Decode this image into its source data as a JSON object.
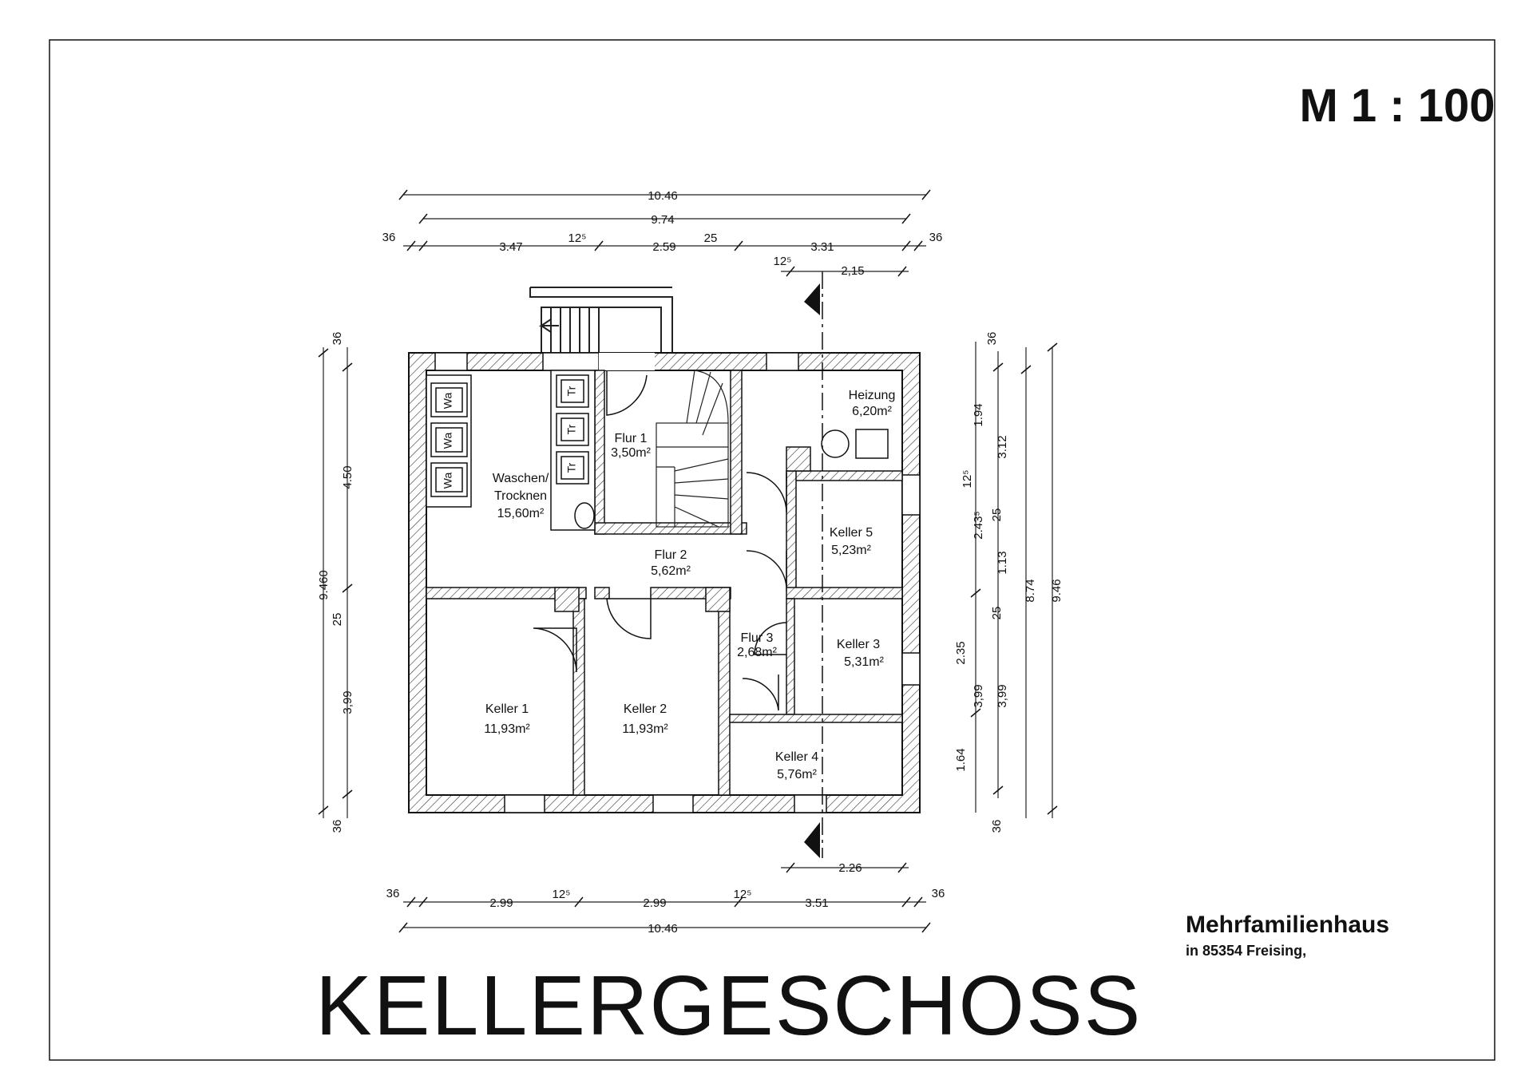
{
  "drawing": {
    "scale": "M 1 : 100",
    "title": "KELLERGESCHOSS",
    "project_name": "Mehrfamilienhaus",
    "project_address": "in 85354 Freising,"
  },
  "rooms": [
    {
      "id": "waschen",
      "name_line1": "Waschen/",
      "name_line2": "Trocknen",
      "area": "15,60m²"
    },
    {
      "id": "flur1",
      "name": "Flur 1",
      "area": "3,50m²"
    },
    {
      "id": "heizung",
      "name": "Heizung",
      "area": "6,20m²"
    },
    {
      "id": "flur2",
      "name": "Flur 2",
      "area": "5,62m²"
    },
    {
      "id": "keller5",
      "name": "Keller 5",
      "area": "5,23m²"
    },
    {
      "id": "flur3",
      "name": "Flur 3",
      "area": "2,68m²"
    },
    {
      "id": "keller3",
      "name": "Keller 3",
      "area": "5,31m²"
    },
    {
      "id": "keller1",
      "name": "Keller 1",
      "area": "11,93m²"
    },
    {
      "id": "keller2",
      "name": "Keller 2",
      "area": "11,93m²"
    },
    {
      "id": "keller4",
      "name": "Keller 4",
      "area": "5,76m²"
    }
  ],
  "fixtures": {
    "washer": "Wa",
    "dryer": "Tr"
  },
  "dimensions": {
    "top": {
      "overall": "10.46",
      "inner": "9.74",
      "seg_36_left": "36",
      "seg_347": "3.47",
      "seg_125_a": "12⁵",
      "seg_259": "2.59",
      "seg_25": "25",
      "seg_331": "3.31",
      "seg_36_right": "36",
      "seg_125_b": "12⁵",
      "seg_215": "2,15"
    },
    "bottom": {
      "seg_226": "2.26",
      "seg_36_left": "36",
      "seg_299_a": "2.99",
      "seg_125_a": "12⁵",
      "seg_299_b": "2.99",
      "seg_125_b": "12⁵",
      "seg_351": "3.51",
      "seg_36_right": "36",
      "overall": "10.46"
    },
    "left": {
      "seg_36_top": "36",
      "seg_450": "4.50",
      "overall": "9.460",
      "seg_25": "25",
      "seg_399": "3,99",
      "seg_36_bottom": "36"
    },
    "right": {
      "seg_36_top": "36",
      "seg_194": "1.94",
      "seg_312": "3.12",
      "seg_125": "12⁵",
      "seg_2435": "2.43⁵",
      "seg_25_a": "25",
      "seg_113": "1.13",
      "seg_874": "8.74",
      "seg_946": "9.46",
      "seg_235": "2.35",
      "seg_25_b": "25",
      "seg_399_a": "3,99",
      "seg_399_b": "3,99",
      "seg_164": "1.64",
      "seg_36_bottom": "36"
    }
  }
}
